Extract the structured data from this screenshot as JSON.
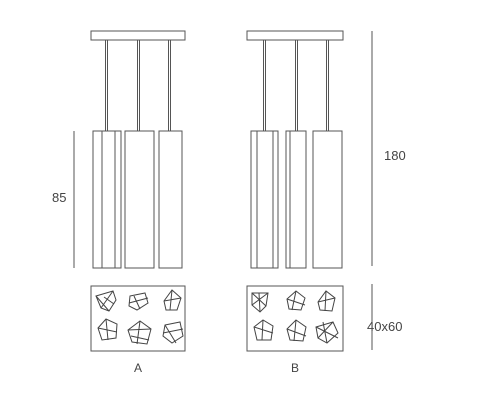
{
  "dimensions": {
    "pendant_height": "85",
    "total_height": "180",
    "canopy_size": "40x60"
  },
  "variants": [
    {
      "label": "A"
    },
    {
      "label": "B"
    }
  ]
}
